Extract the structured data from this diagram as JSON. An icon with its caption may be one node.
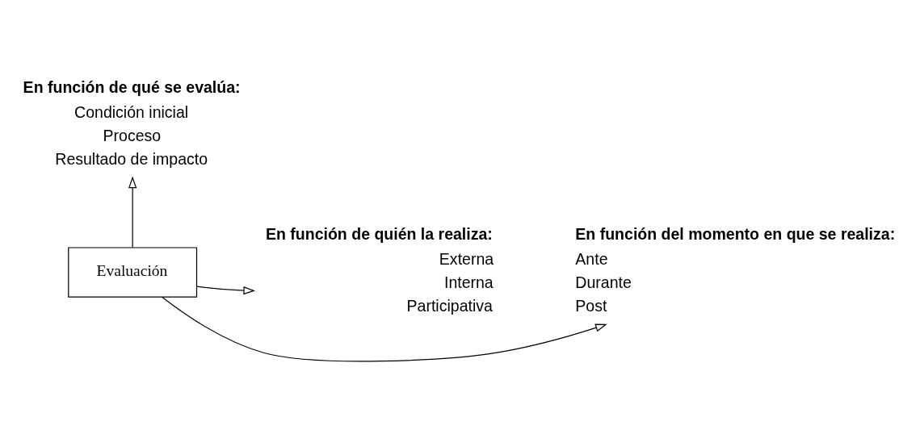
{
  "diagram": {
    "nodes": [
      {
        "text": [
          "Evaluación"
        ]
      },
      {
        "text": [
          "En función de qué se evalúa:",
          "Condición inicial",
          "Proceso",
          "Resultado de impacto"
        ]
      },
      {
        "text": [
          "En función del momento en que se realiza:",
          "Ante",
          "Durante",
          "Post"
        ]
      },
      {
        "text": [
          "En función de quién la realiza:",
          "Externa",
          "Interna",
          "Participativa"
        ]
      }
    ],
    "edges": [
      {
        "from": 0,
        "to": 1,
        "arrow": "to"
      },
      {
        "from": 0,
        "to": 2,
        "arrow": "to"
      },
      {
        "from": 0,
        "to": 3,
        "arrow": "to"
      }
    ]
  }
}
